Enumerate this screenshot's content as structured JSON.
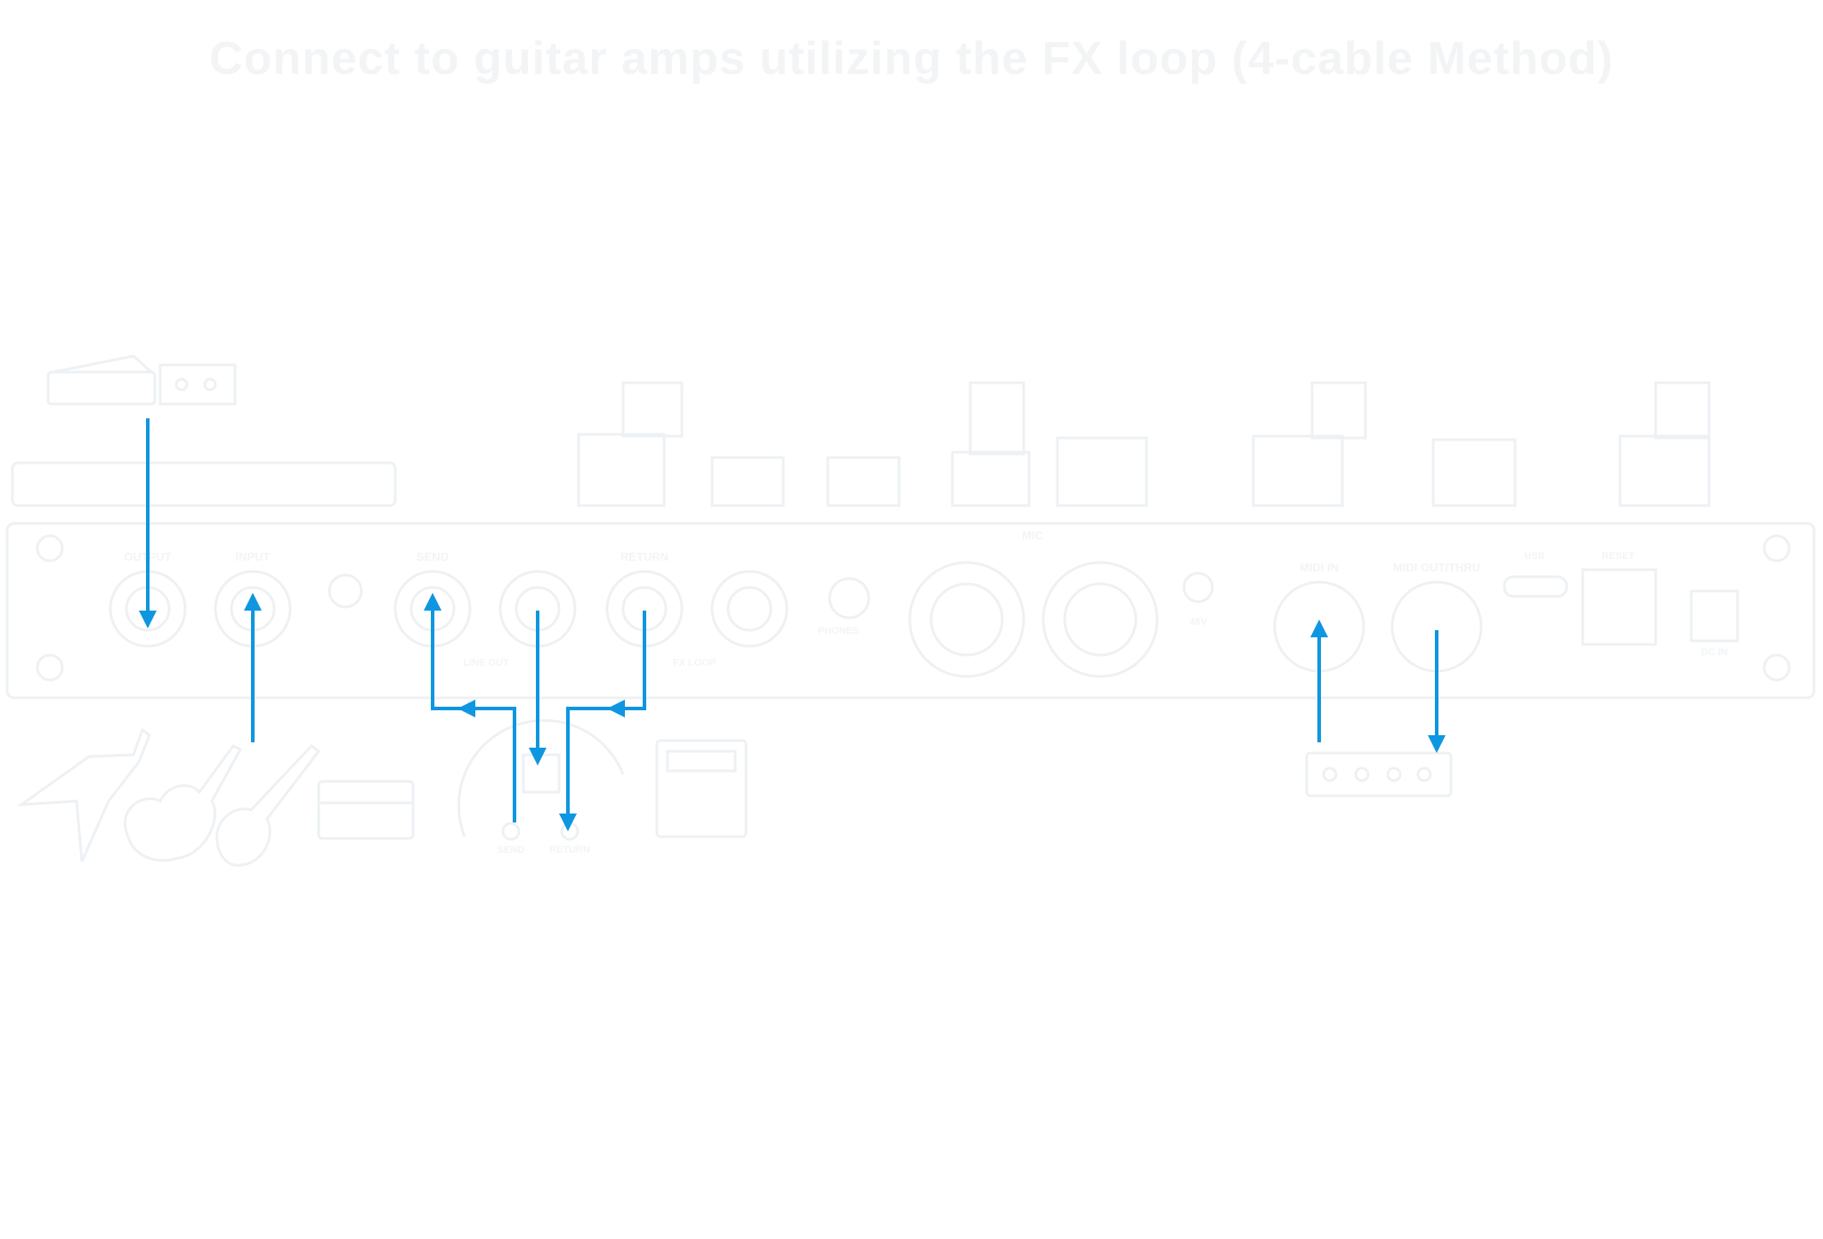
{
  "title": "Connect to guitar amps utilizing the FX loop (4-cable Method)",
  "colors": {
    "arrow": "#0f96e0",
    "faint": "#eef1f4",
    "faint_text": "#f2f4f6",
    "background": "#ffffff"
  },
  "jacks": {
    "output": "OUTPUT",
    "input": "INPUT",
    "send": "SEND",
    "return": "RETURN",
    "bottom_1": "LINE OUT",
    "bottom_2": "FX LOOP",
    "mic_header": "MIC",
    "phantom": "48V",
    "phones": "PHONES",
    "midi_in": "MIDI IN",
    "midi_out": "MIDI OUT/THRU",
    "usb": "USB",
    "reset": "RESET",
    "dc": "DC IN"
  },
  "amp_jacks": {
    "left": "SEND",
    "right": "RETURN"
  },
  "icons": [
    "expression-pedal-icon",
    "flying-v-guitar-icon",
    "acoustic-guitar-icon",
    "electric-guitar-icon",
    "keyboard-icon",
    "amp-head-icon",
    "amp-combo-icon",
    "midi-controller-icon"
  ]
}
